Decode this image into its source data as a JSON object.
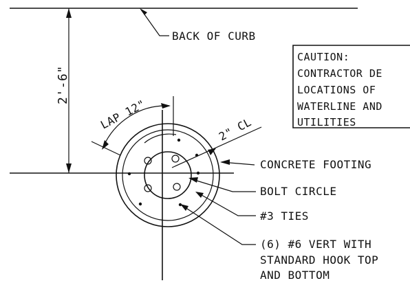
{
  "labels": {
    "back_of_curb": "BACK OF CURB",
    "dimension": "2'-6\"",
    "lap": "LAP 12\"",
    "clear": "2\" CL",
    "concrete_footing": "CONCRETE FOOTING",
    "bolt_circle": "BOLT CIRCLE",
    "ties": "#3 TIES",
    "vert_line1": "(6) #6 VERT WITH",
    "vert_line2": "STANDARD HOOK TOP",
    "vert_line3": "AND BOTTOM"
  },
  "caution": {
    "line1": "CAUTION:",
    "line2": "CONTRACTOR DE",
    "line3": "LOCATIONS OF",
    "line4": "WATERLINE AND",
    "line5": "UTILITIES"
  }
}
